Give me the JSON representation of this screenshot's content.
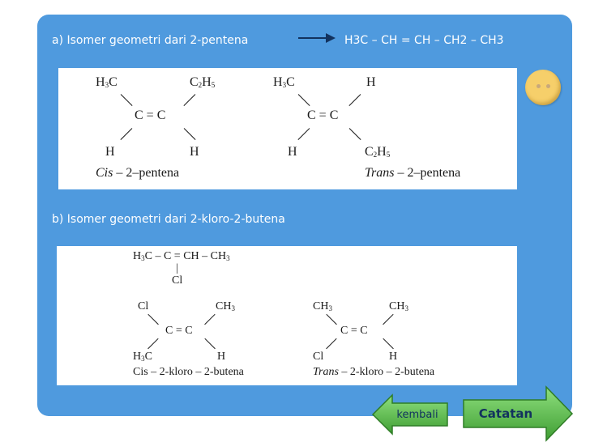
{
  "heading_a": "a) Isomer geometri dari 2-pentena",
  "formula_a": "H3C – CH = CH – CH2 – CH3",
  "heading_b": "b) Isomer geometri dari 2-kloro-2-butena",
  "box_a": {
    "cis": {
      "top_left": "H3C",
      "top_right": "C2H5",
      "center": "C = C",
      "bottom_left": "H",
      "bottom_right": "H",
      "name_prefix": "Cis",
      "name_suffix": " – 2–pentena"
    },
    "trans": {
      "top_left": "H3C",
      "top_right": "H",
      "center": "C = C",
      "bottom_left": "H",
      "bottom_right": "C2H5",
      "name_prefix": "Trans",
      "name_suffix": " – 2–pentena"
    }
  },
  "box_b": {
    "structural": {
      "line": "H3C – C = CH – CH3",
      "bar": "|",
      "substituent": "Cl"
    },
    "cis": {
      "top_left": "Cl",
      "top_right": "CH3",
      "center": "C = C",
      "bottom_left": "H3C",
      "bottom_right": "H",
      "name": "Cis – 2-kloro – 2-butena"
    },
    "trans": {
      "top_left": "CH3",
      "top_right": "CH3",
      "center": "C = C",
      "bottom_left": "Cl",
      "bottom_right": "H",
      "name_prefix": "Trans",
      "name_suffix": " – 2-kloro – 2-butena"
    }
  },
  "nav": {
    "kembali_label": "kembali",
    "catatan_label": "Catatan"
  },
  "colors": {
    "panel": "#4f9ade",
    "button_green": "#5cc248",
    "button_text": "#12325e",
    "smiley": "#f6cf6a"
  },
  "icons": {
    "smiley": "smiley-face-icon",
    "arrow": "right-arrow-icon"
  }
}
